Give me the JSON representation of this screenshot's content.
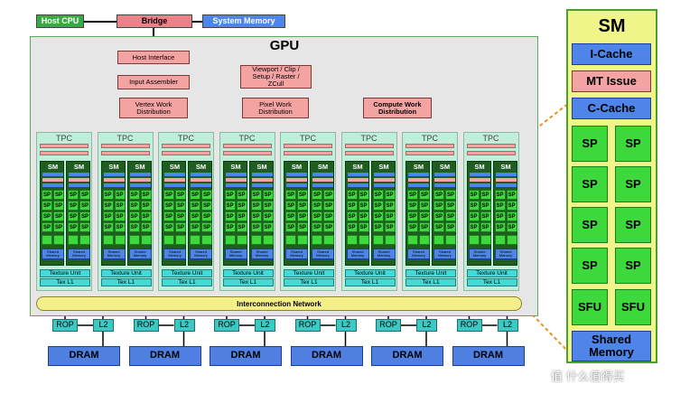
{
  "host": {
    "host_cpu": "Host CPU",
    "bridge": "Bridge",
    "system_memory": "System Memory"
  },
  "gpu": {
    "title": "GPU",
    "host_interface": "Host Interface",
    "input_assembler": "Input Assembler",
    "viewport": "Viewport / Clip / Setup / Raster / ZCull",
    "vertex_work": "Vertex Work Distribution",
    "pixel_work": "Pixel Work Distribution",
    "compute_work": "Compute Work Distribution",
    "tpc_label": "TPC",
    "sm_label": "SM",
    "sp_label": "SP",
    "shared_memory_label": "Shared Memory",
    "texture_unit": "Texture Unit",
    "tex_l1": "Tex L1",
    "interconnect": "Interconnection Network",
    "rop": "ROP",
    "l2": "L2",
    "dram": "DRAM",
    "tpc_count": 8,
    "partition_count": 6
  },
  "sm_detail": {
    "title": "SM",
    "icache": "I-Cache",
    "mt_issue": "MT Issue",
    "ccache": "C-Cache",
    "sp": "SP",
    "sfu": "SFU",
    "shared_memory": "Shared Memory"
  },
  "colors": {
    "host_green": "#39a845",
    "pink": "#f4a3a3",
    "blue": "#4f84e8",
    "sm_green": "#3cd83c",
    "tpc_bg": "#bfeeda",
    "cyan": "#45d9d6",
    "yellow": "#f5ef8a",
    "callout": "#e8922a"
  },
  "watermark": "值 什么值得买"
}
